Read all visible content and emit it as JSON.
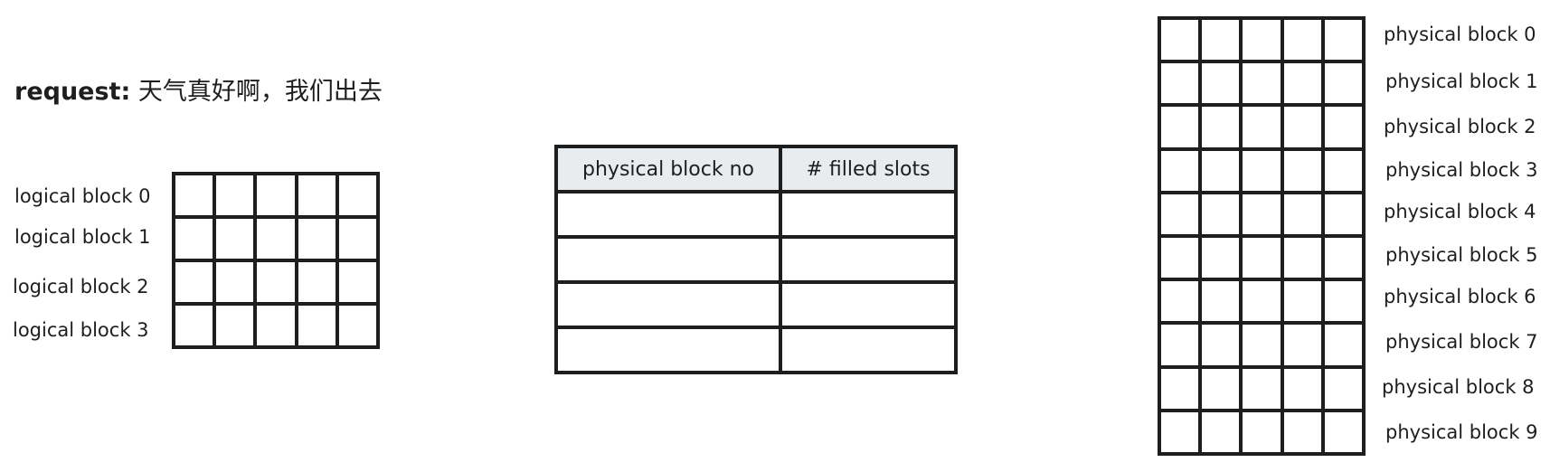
{
  "request": {
    "label": "request:",
    "text": "天气真好啊，我们出去"
  },
  "logical_blocks": [
    "logical block 0",
    "logical block 1",
    "logical block 2",
    "logical block 3"
  ],
  "block_table": {
    "headers": [
      "physical block no",
      "# filled slots"
    ],
    "rows": [
      [
        "",
        ""
      ],
      [
        "",
        ""
      ],
      [
        "",
        ""
      ],
      [
        "",
        ""
      ]
    ]
  },
  "physical_blocks": [
    "physical block 0",
    "physical block 1",
    "physical block 2",
    "physical block 3",
    "physical block 4",
    "physical block 5",
    "physical block 6",
    "physical block 7",
    "physical block 8",
    "physical block 9"
  ]
}
